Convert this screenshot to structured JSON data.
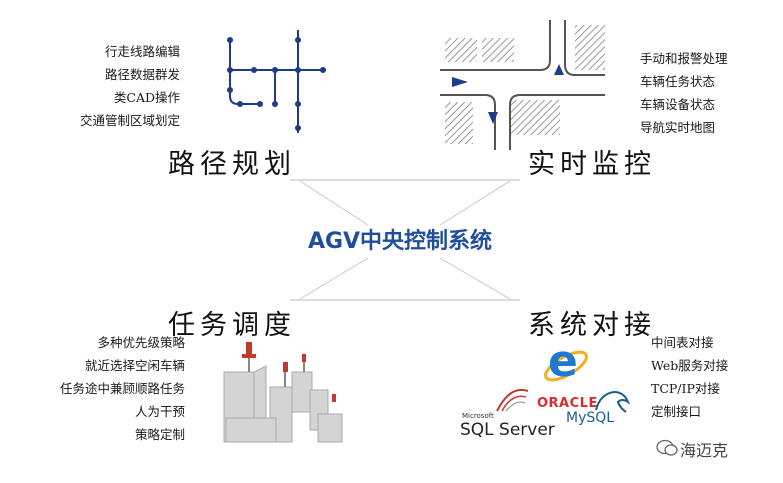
{
  "center": {
    "title": "AGV中央控制系统"
  },
  "quadrants": {
    "path_planning": {
      "title": "路径规划",
      "items": [
        "行走线路编辑",
        "路径数据群发",
        "类CAD操作",
        "交通管制区域划定"
      ]
    },
    "realtime_monitor": {
      "title": "实时监控",
      "items": [
        "手动和报警处理",
        "车辆任务状态",
        "车辆设备状态",
        "导航实时地图"
      ]
    },
    "task_dispatch": {
      "title": "任务调度",
      "items": [
        "多种优先级策略",
        "就近选择空闲车辆",
        "任务途中兼顾顺路任务",
        "人为干预",
        "策略定制"
      ]
    },
    "system_integration": {
      "title": "系统对接",
      "items": [
        "中间表对接",
        "Web服务对接",
        "TCP/IP对接",
        "定制接口"
      ]
    }
  },
  "logos": {
    "sqlserver_small": "Microsoft",
    "sqlserver": "SQL Server",
    "oracle": "ORACLE",
    "mysql": "MySQL",
    "ie": "e"
  },
  "watermark": {
    "text": "海迈克"
  },
  "colors": {
    "center_title": "#1f4e9a",
    "path_line": "#1f3c8c",
    "arrow": "#1f3c8c"
  }
}
